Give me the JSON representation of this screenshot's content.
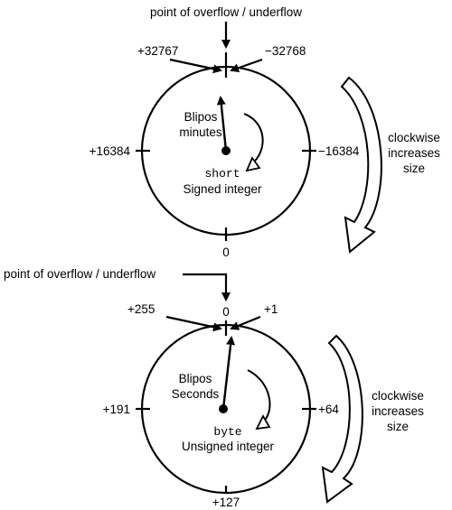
{
  "diagrams": [
    {
      "overflow_label": "point of overflow / underflow",
      "max_label": "+32767",
      "min_label": "−32768",
      "left_label": "+16384",
      "right_label": "−16384",
      "bottom_label": "0",
      "top_label": "",
      "clock_name_line1": "Blipos",
      "clock_name_line2": "minutes",
      "type_name": "short",
      "type_desc": "Signed integer",
      "direction_line1": "clockwise",
      "direction_line2": "increases",
      "direction_line3": "size"
    },
    {
      "overflow_label": "point of overflow / underflow",
      "max_label": "+255",
      "min_label": "+1",
      "left_label": "+191",
      "right_label": "+64",
      "bottom_label": "+127",
      "top_label": "0",
      "clock_name_line1": "Blipos",
      "clock_name_line2": "Seconds",
      "type_name": "byte",
      "type_desc": "Unsigned integer",
      "direction_line1": "clockwise",
      "direction_line2": "increases",
      "direction_line3": "size"
    }
  ]
}
